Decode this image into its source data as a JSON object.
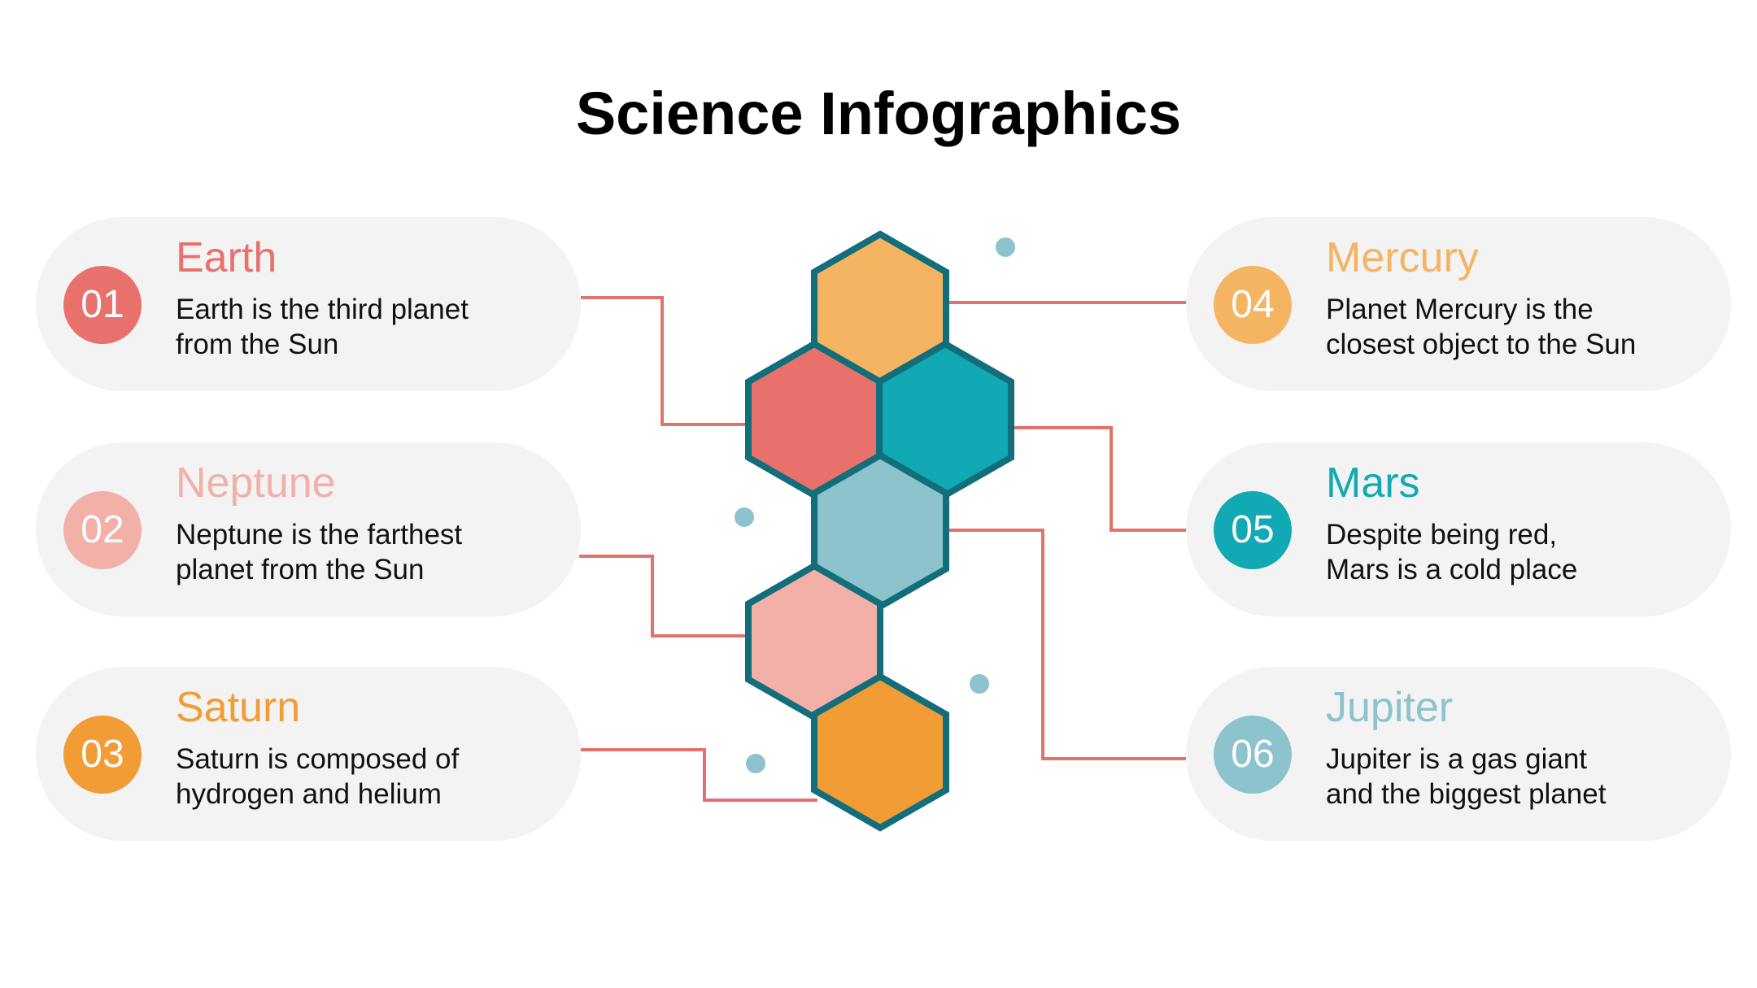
{
  "title": "Science Infographics",
  "colors": {
    "red": "#e8726b",
    "pink": "#f2b0a8",
    "orange": "#f29c36",
    "light_orange": "#f5b462",
    "teal": "#10a9b4",
    "light_blue": "#8cc3cc",
    "hex_outline": "#126e7a",
    "connector": "#e2736c",
    "card_bg": "#f3f3f3"
  },
  "items": [
    {
      "number": "01",
      "name": "Earth",
      "line1": "Earth is the third planet",
      "line2": "from the Sun",
      "color": "#e8726b"
    },
    {
      "number": "02",
      "name": "Neptune",
      "line1": "Neptune is the farthest",
      "line2": "planet from the Sun",
      "color": "#f2b0a8"
    },
    {
      "number": "03",
      "name": "Saturn",
      "line1": "Saturn is composed of",
      "line2": "hydrogen and helium",
      "color": "#f29c36"
    },
    {
      "number": "04",
      "name": "Mercury",
      "line1": "Planet Mercury is the",
      "line2": "closest object to the Sun",
      "color": "#f5b462"
    },
    {
      "number": "05",
      "name": "Mars",
      "line1": "Despite being red,",
      "line2": "Mars is a cold place",
      "color": "#10a9b4"
    },
    {
      "number": "06",
      "name": "Jupiter",
      "line1": "Jupiter is a gas giant",
      "line2": "and the biggest planet",
      "color": "#8cc3cc"
    }
  ]
}
